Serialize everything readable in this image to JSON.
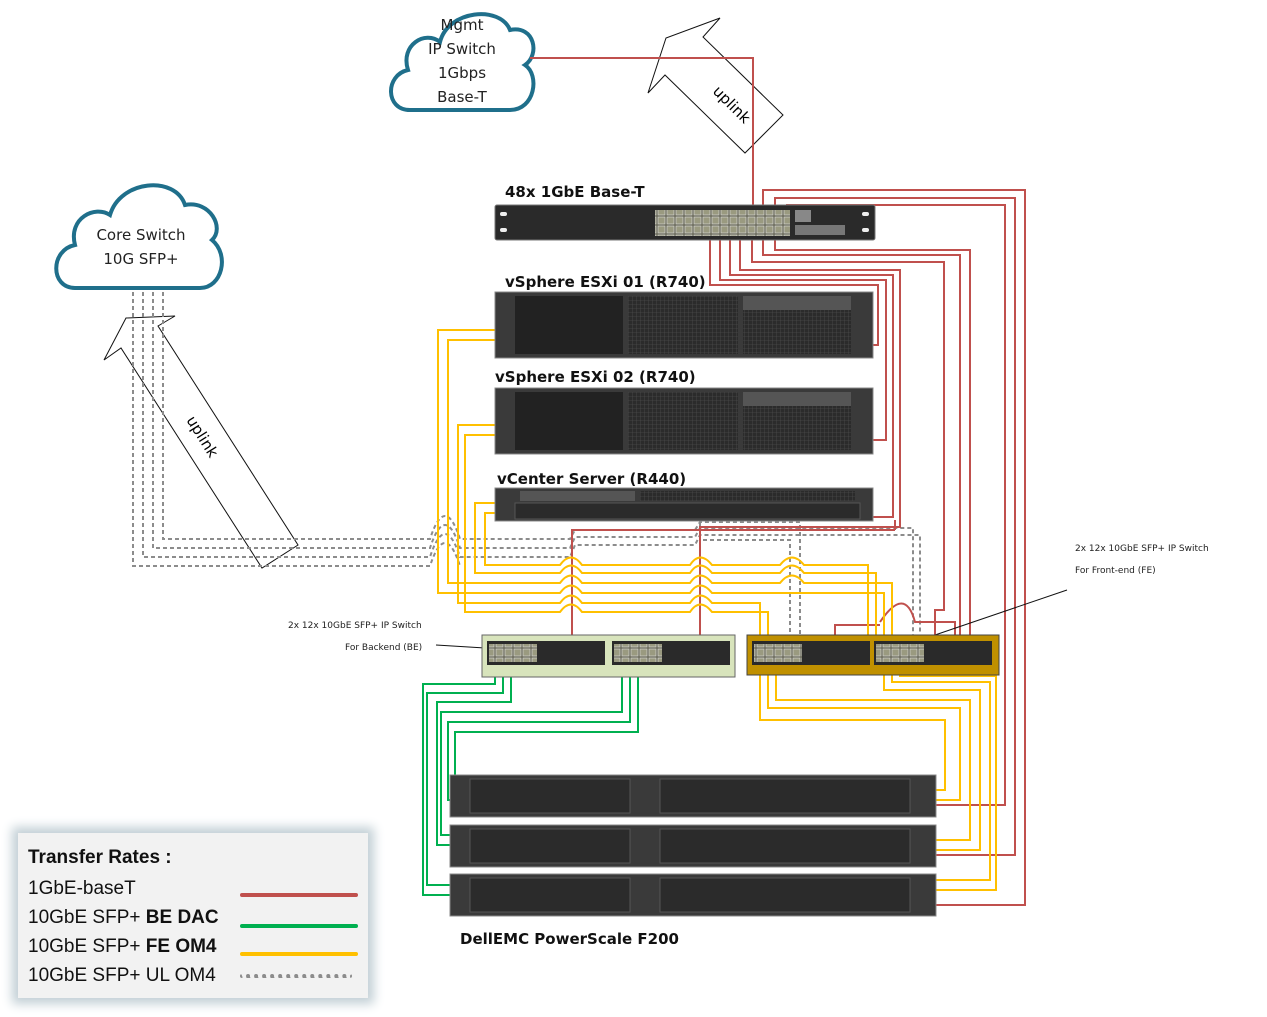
{
  "clouds": {
    "mgmt": {
      "lines": [
        "Mgmt",
        "IP Switch",
        "1Gbps",
        "Base-T"
      ]
    },
    "core": {
      "lines": [
        "Core Switch",
        "10G SFP+"
      ]
    }
  },
  "arrows": {
    "mgmt_uplink": "uplink",
    "core_uplink": "uplink"
  },
  "devices": {
    "mgmt_switch": "48x 1GbE Base-T",
    "esxi01": "vSphere ESXi 01 (R740)",
    "esxi02": "vSphere ESXi 02 (R740)",
    "vcenter": "vCenter Server (R440)",
    "be_switch": {
      "line1": "2x 12x 10GbE SFP+ IP Switch",
      "line2": "For Backend (BE)"
    },
    "fe_switch": {
      "line1": "2x 12x 10GbE SFP+ IP Switch",
      "line2": "For Front-end (FE)"
    },
    "powerscale": "DellEMC PowerScale F200"
  },
  "colors": {
    "one_gbe": "#c0504d",
    "be_dac": "#00b050",
    "fe_om4": "#ffc000",
    "ul_om4": "#8c8c8c",
    "cloud_stroke": "#1f6f8b",
    "be_switch_bg": "#d8e4bc",
    "fe_switch_bg": "#c09000"
  },
  "legend": {
    "title": "Transfer Rates :",
    "items": [
      {
        "prefix": "1GbE-baseT",
        "bold": "",
        "color": "#c0504d",
        "style": "solid"
      },
      {
        "prefix": "10GbE SFP+ ",
        "bold": "BE DAC",
        "color": "#00b050",
        "style": "solid"
      },
      {
        "prefix": "10GbE SFP+ ",
        "bold": "FE OM4",
        "color": "#ffc000",
        "style": "solid"
      },
      {
        "prefix": "10GbE SFP+ UL OM4",
        "bold": "",
        "color": "#8c8c8c",
        "style": "dashed"
      }
    ]
  }
}
